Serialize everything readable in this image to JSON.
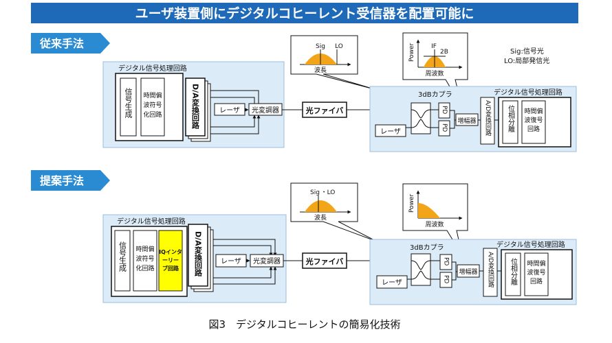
{
  "title": "ユーザ装置側にデジタルコヒーレント受信器を配置可能に",
  "caption": "図3　デジタルコヒーレントの簡易化技術",
  "colors": {
    "title_bar": "#1e6ab8",
    "section_tab": "#2a8bd2",
    "panel_fill": "#dcebf8",
    "panel_stroke": "#9cbcdc",
    "iq_block": "#ffff00",
    "spectrum": "#f3a51a"
  },
  "legend": {
    "sig": "Sig:信号光",
    "lo": "LO:局部発信光"
  },
  "sections": [
    {
      "label": "従来手法",
      "tx": {
        "panel_title": "デジタル信号処理回路",
        "block_signal_gen": "信号生成",
        "block_time_pol_enc": [
          "時間偏",
          "波符号",
          "化回路"
        ],
        "block_da": "D/A変換回路",
        "block_laser": "レーザ",
        "block_modulator": "光変調器"
      },
      "fiber": "光ファイバ",
      "spectrum_wavelength": {
        "labels": [
          "Sig",
          "LO"
        ],
        "xlabel": "波長"
      },
      "spectrum_frequency": {
        "ylabel": "Power",
        "annotations": [
          "IF",
          "2B"
        ],
        "xlabel": "周波数"
      },
      "rx": {
        "coupler": "3dBカプラ",
        "pd": [
          "PD",
          "PD"
        ],
        "laser": "レーザ",
        "amp": "増幅器",
        "ad": "A/D変換回路",
        "dsp_title": "デジタル信号処理回路",
        "block_pol_sep": "位相分離",
        "block_time_pol_dec": [
          "時間偏",
          "波復号",
          "回路"
        ]
      }
    },
    {
      "label": "提案手法",
      "tx": {
        "panel_title": "デジタル信号処理回路",
        "block_signal_gen": "信号生成",
        "block_time_pol_enc": [
          "時間偏",
          "波符号",
          "化回路"
        ],
        "block_iq": [
          "IQインタ",
          "ーリー",
          "ブ回路"
        ],
        "block_da": "D/A変換回路",
        "block_laser": "レーザ",
        "block_modulator": "光変調器"
      },
      "fiber": "光ファイバ",
      "spectrum_wavelength": {
        "labels": [
          "Sig",
          "・LO"
        ],
        "xlabel": "波長"
      },
      "spectrum_frequency": {
        "ylabel": "Power",
        "annotations": [],
        "xlabel": "周波数"
      },
      "rx": {
        "coupler": "3dBカプラ",
        "pd": [
          "PD",
          "PD"
        ],
        "laser": "レーザ",
        "amp": "増幅器",
        "ad": "A/D変換回路",
        "dsp_title": "デジタル信号処理回路",
        "block_pol_sep": "位相分離",
        "block_time_pol_dec": [
          "時間偏",
          "波復号",
          "回路"
        ]
      }
    }
  ]
}
